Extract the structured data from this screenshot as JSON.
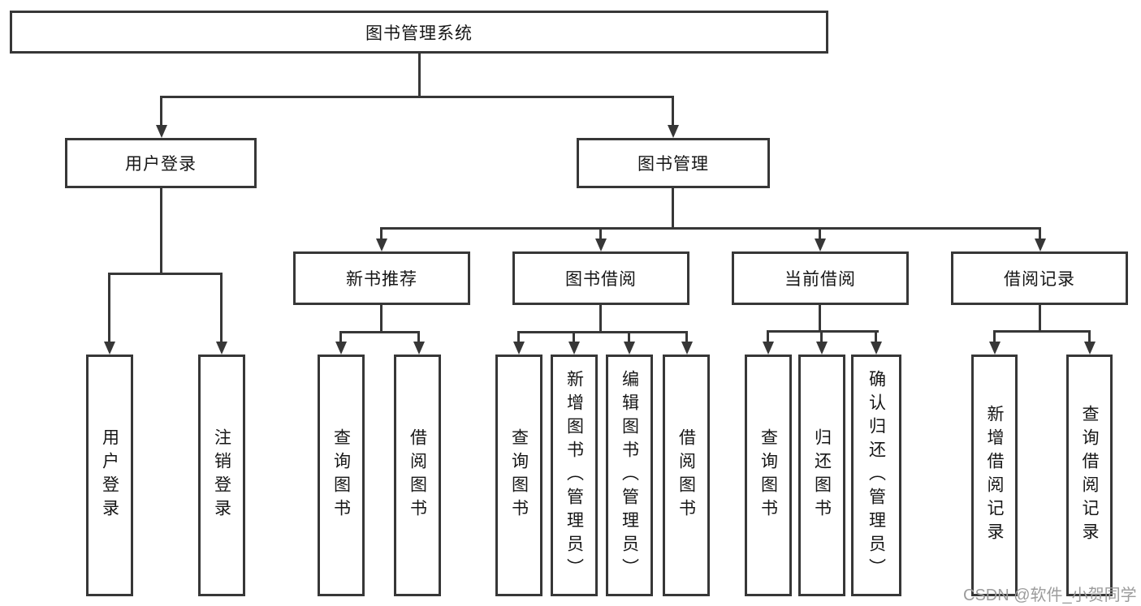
{
  "diagram": {
    "title": "图书管理系统",
    "root": {
      "label": "图书管理系统"
    },
    "level2": [
      {
        "label": "用户登录"
      },
      {
        "label": "图书管理"
      }
    ],
    "level3": [
      {
        "label": "新书推荐"
      },
      {
        "label": "图书借阅"
      },
      {
        "label": "当前借阅"
      },
      {
        "label": "借阅记录"
      }
    ],
    "leaves": {
      "user_login": [
        {
          "label": "用户登录"
        },
        {
          "label": "注销登录"
        }
      ],
      "new_book_rec": [
        {
          "label": "查询图书"
        },
        {
          "label": "借阅图书"
        }
      ],
      "book_borrow": [
        {
          "label": "查询图书"
        },
        {
          "label": "新增图书（管理员）"
        },
        {
          "label": "编辑图书（管理员）"
        },
        {
          "label": "借阅图书"
        }
      ],
      "current_borrow": [
        {
          "label": "查询图书"
        },
        {
          "label": "归还图书"
        },
        {
          "label": "确认归还（管理员）"
        }
      ],
      "borrow_record": [
        {
          "label": "新增借阅记录"
        },
        {
          "label": "查询借阅记录"
        }
      ]
    },
    "watermark": "CSDN @软件_小贺同学",
    "colors": {
      "line": "#373737",
      "text": "#161616",
      "watermark": "#9c9c9c",
      "background": "#ffffff"
    }
  }
}
